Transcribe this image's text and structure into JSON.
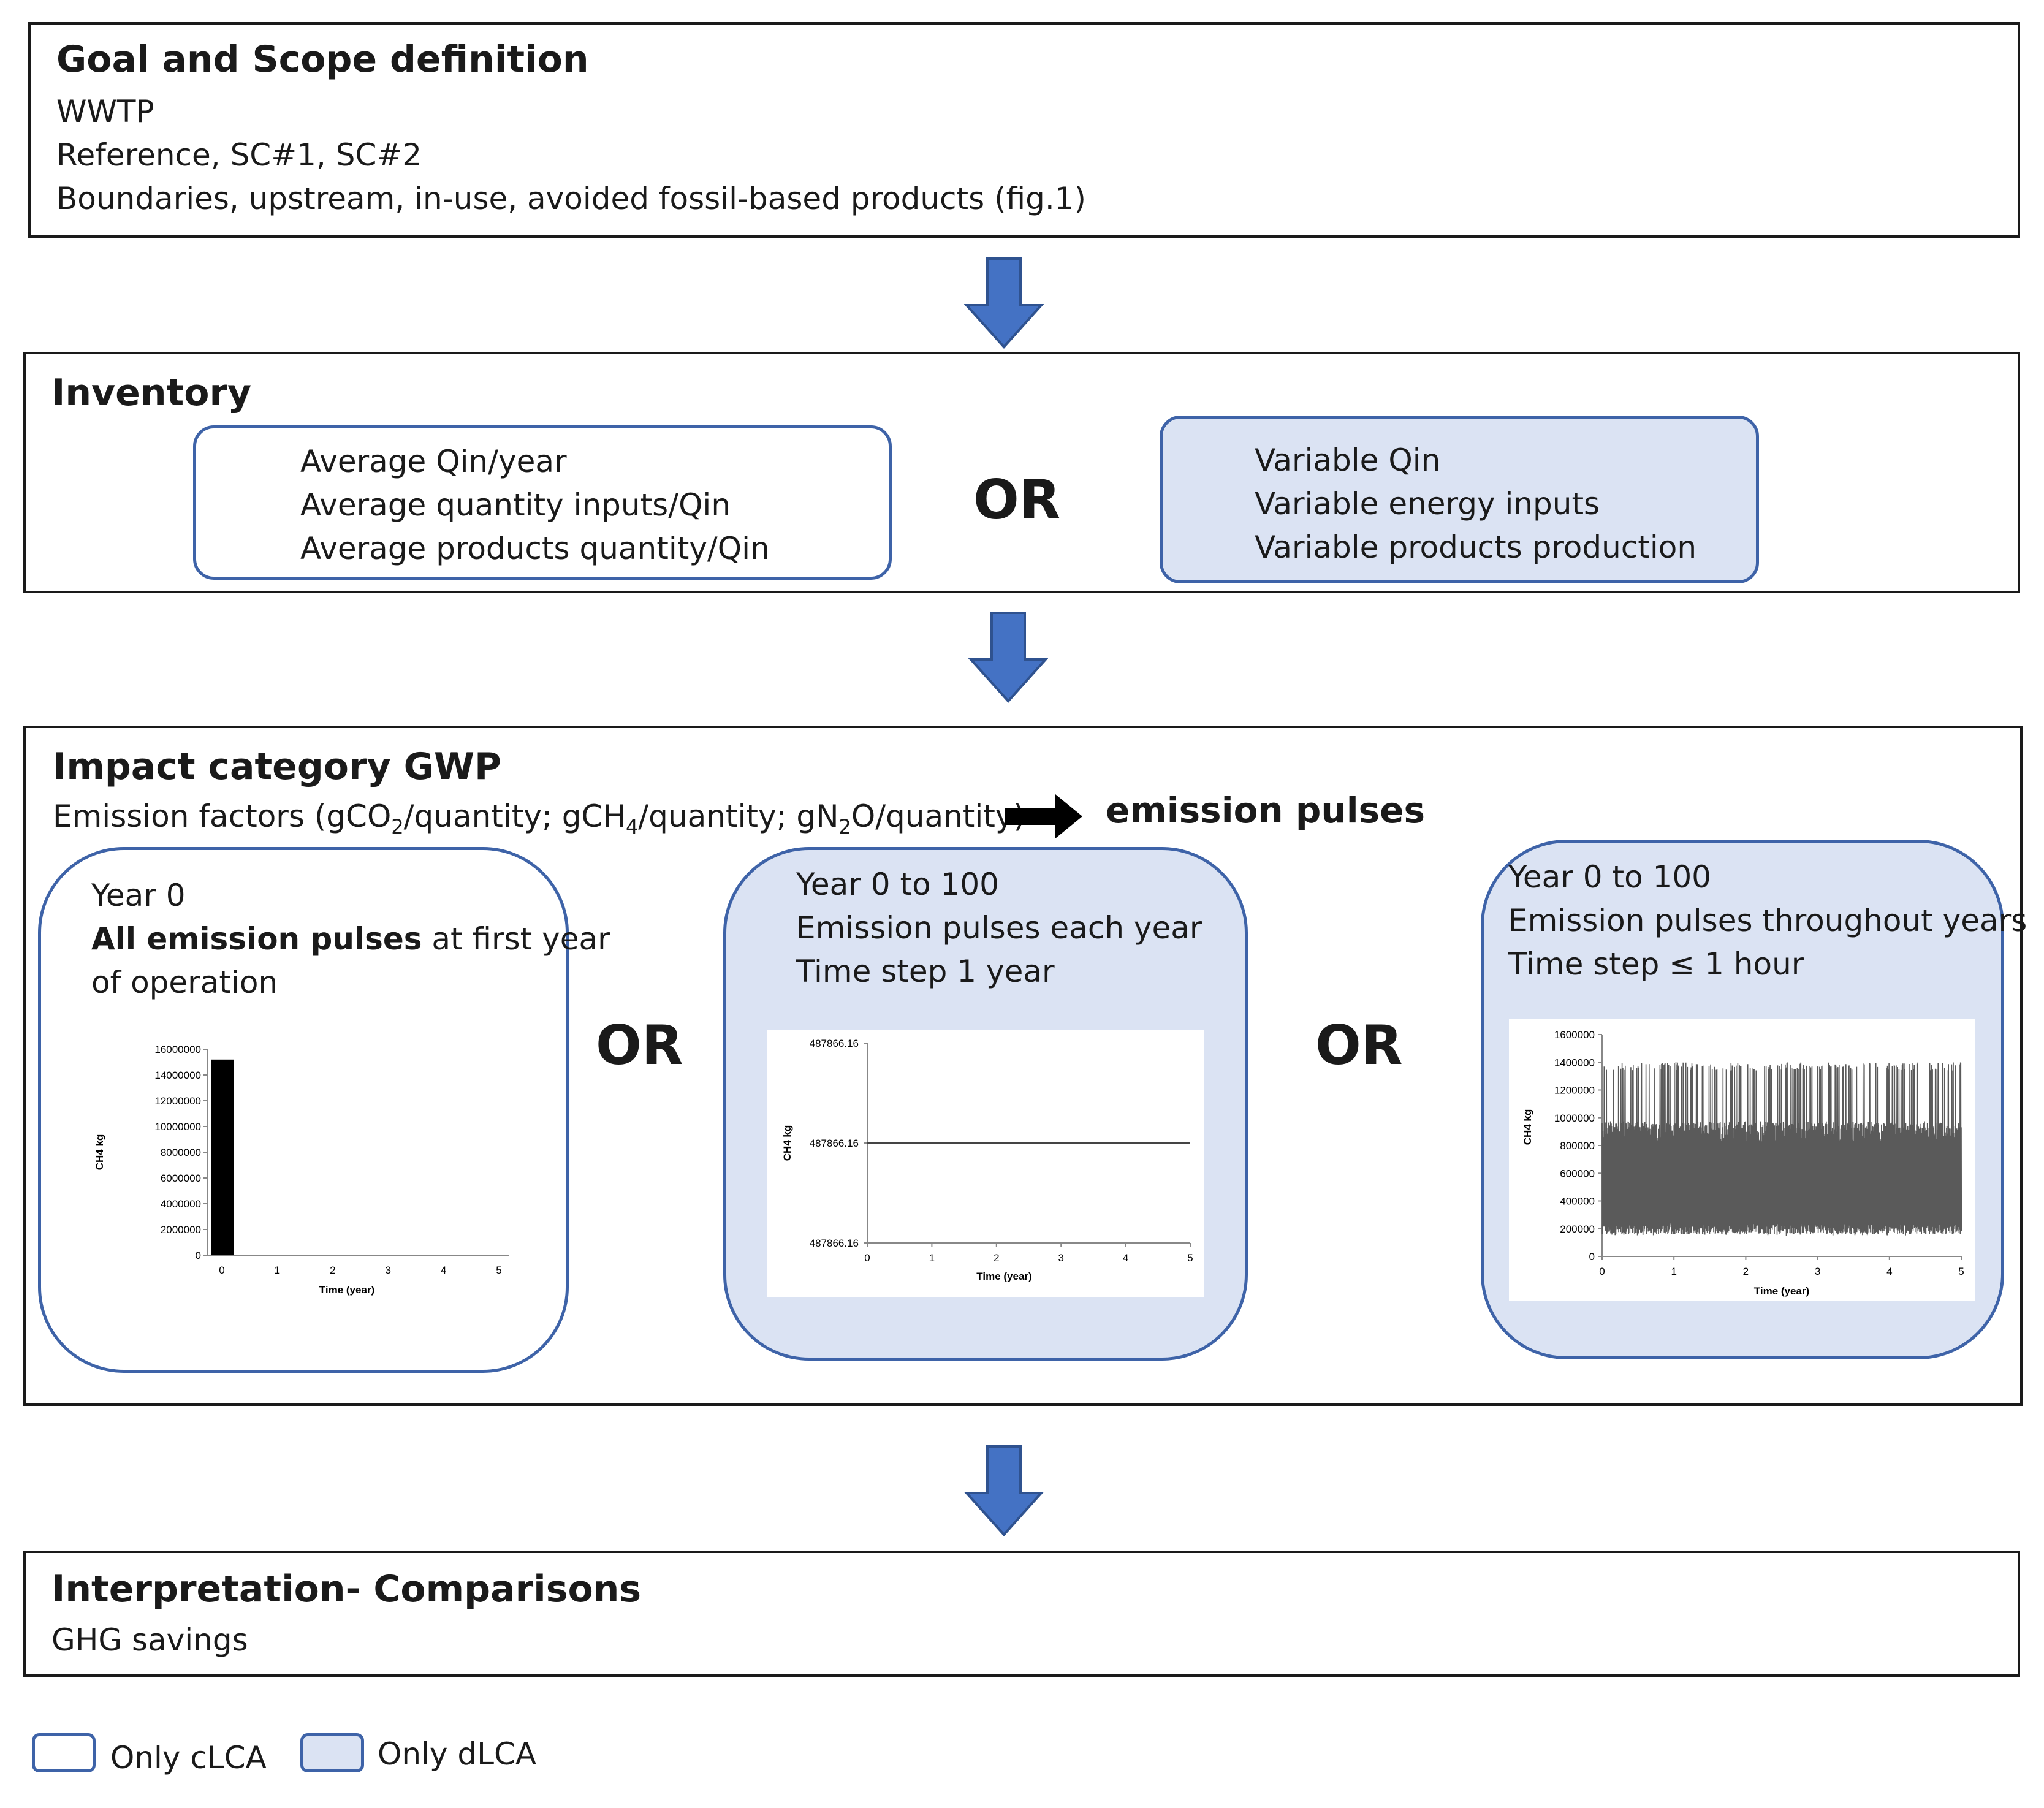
{
  "goal": {
    "title": "Goal and Scope definition",
    "lines": [
      "WWTP",
      "Reference, SC#1, SC#2",
      "Boundaries, upstream, in-use, avoided fossil-based products (fig.1)"
    ]
  },
  "inventory": {
    "title": "Inventory",
    "left_lines": [
      "Average Qin/year",
      "Average quantity inputs/Qin",
      "Average products quantity/Qin"
    ],
    "or": "OR",
    "right_lines": [
      "Variable Qin",
      "Variable energy inputs",
      "Variable products production"
    ]
  },
  "impact": {
    "title": "Impact category GWP",
    "factors_prefix": "Emission factors (gCO",
    "sub2a": "2",
    "factors_mid1": "/quantity; gCH",
    "sub4": "4",
    "factors_mid2": "/quantity; gN",
    "sub2b": "2",
    "factors_end": "O/quantity)",
    "pulses_label": "emission pulses",
    "or1": "OR",
    "or2": "OR",
    "panel1": {
      "line1": "Year 0",
      "line2_bold": "All emission pulses",
      "line2_rest": " at first year",
      "line3": "of operation"
    },
    "panel2": {
      "lines": [
        "Year 0 to 100",
        "Emission pulses each year",
        "Time step 1 year"
      ]
    },
    "panel3": {
      "lines": [
        "Year 0 to 100",
        "Emission pulses throughout years",
        "Time step ≤ 1 hour"
      ]
    }
  },
  "interpretation": {
    "title": "Interpretation- Comparisons",
    "line": "GHG savings"
  },
  "legend": {
    "clca": "Only cLCA",
    "dlca": "Only dLCA"
  },
  "colors": {
    "arrow": "#4472c4",
    "arrow_border": "#2f528f",
    "dlca_fill": "#dbe3f3",
    "round_border": "#3e63a8"
  },
  "chart_data": [
    {
      "type": "bar",
      "xlabel": "Time (year)",
      "ylabel": "CH4 kg",
      "x_ticks": [
        0,
        1,
        2,
        3,
        4,
        5
      ],
      "y_ticks": [
        0,
        2000000,
        4000000,
        6000000,
        8000000,
        10000000,
        12000000,
        14000000,
        16000000
      ],
      "ylim": [
        0,
        16000000
      ],
      "categories": [
        0
      ],
      "values": [
        15200000
      ]
    },
    {
      "type": "line",
      "xlabel": "Time (year)",
      "ylabel": "CH4 kg",
      "x_ticks": [
        0,
        1,
        2,
        3,
        4,
        5
      ],
      "y_ticks": [
        "487866.16",
        "487866.16",
        "487866.16"
      ],
      "x": [
        0,
        5
      ],
      "y": [
        487866.16,
        487866.16
      ]
    },
    {
      "type": "line",
      "xlabel": "Time (year)",
      "ylabel": "CH4 kg",
      "x_ticks": [
        0,
        1,
        2,
        3,
        4,
        5
      ],
      "y_ticks": [
        0,
        200000,
        400000,
        600000,
        800000,
        1000000,
        1200000,
        1400000,
        1600000
      ],
      "ylim": [
        0,
        1600000
      ],
      "series_range": {
        "min": 150000,
        "max": 1400000,
        "typical_low": 200000,
        "typical_high": 900000
      }
    }
  ]
}
